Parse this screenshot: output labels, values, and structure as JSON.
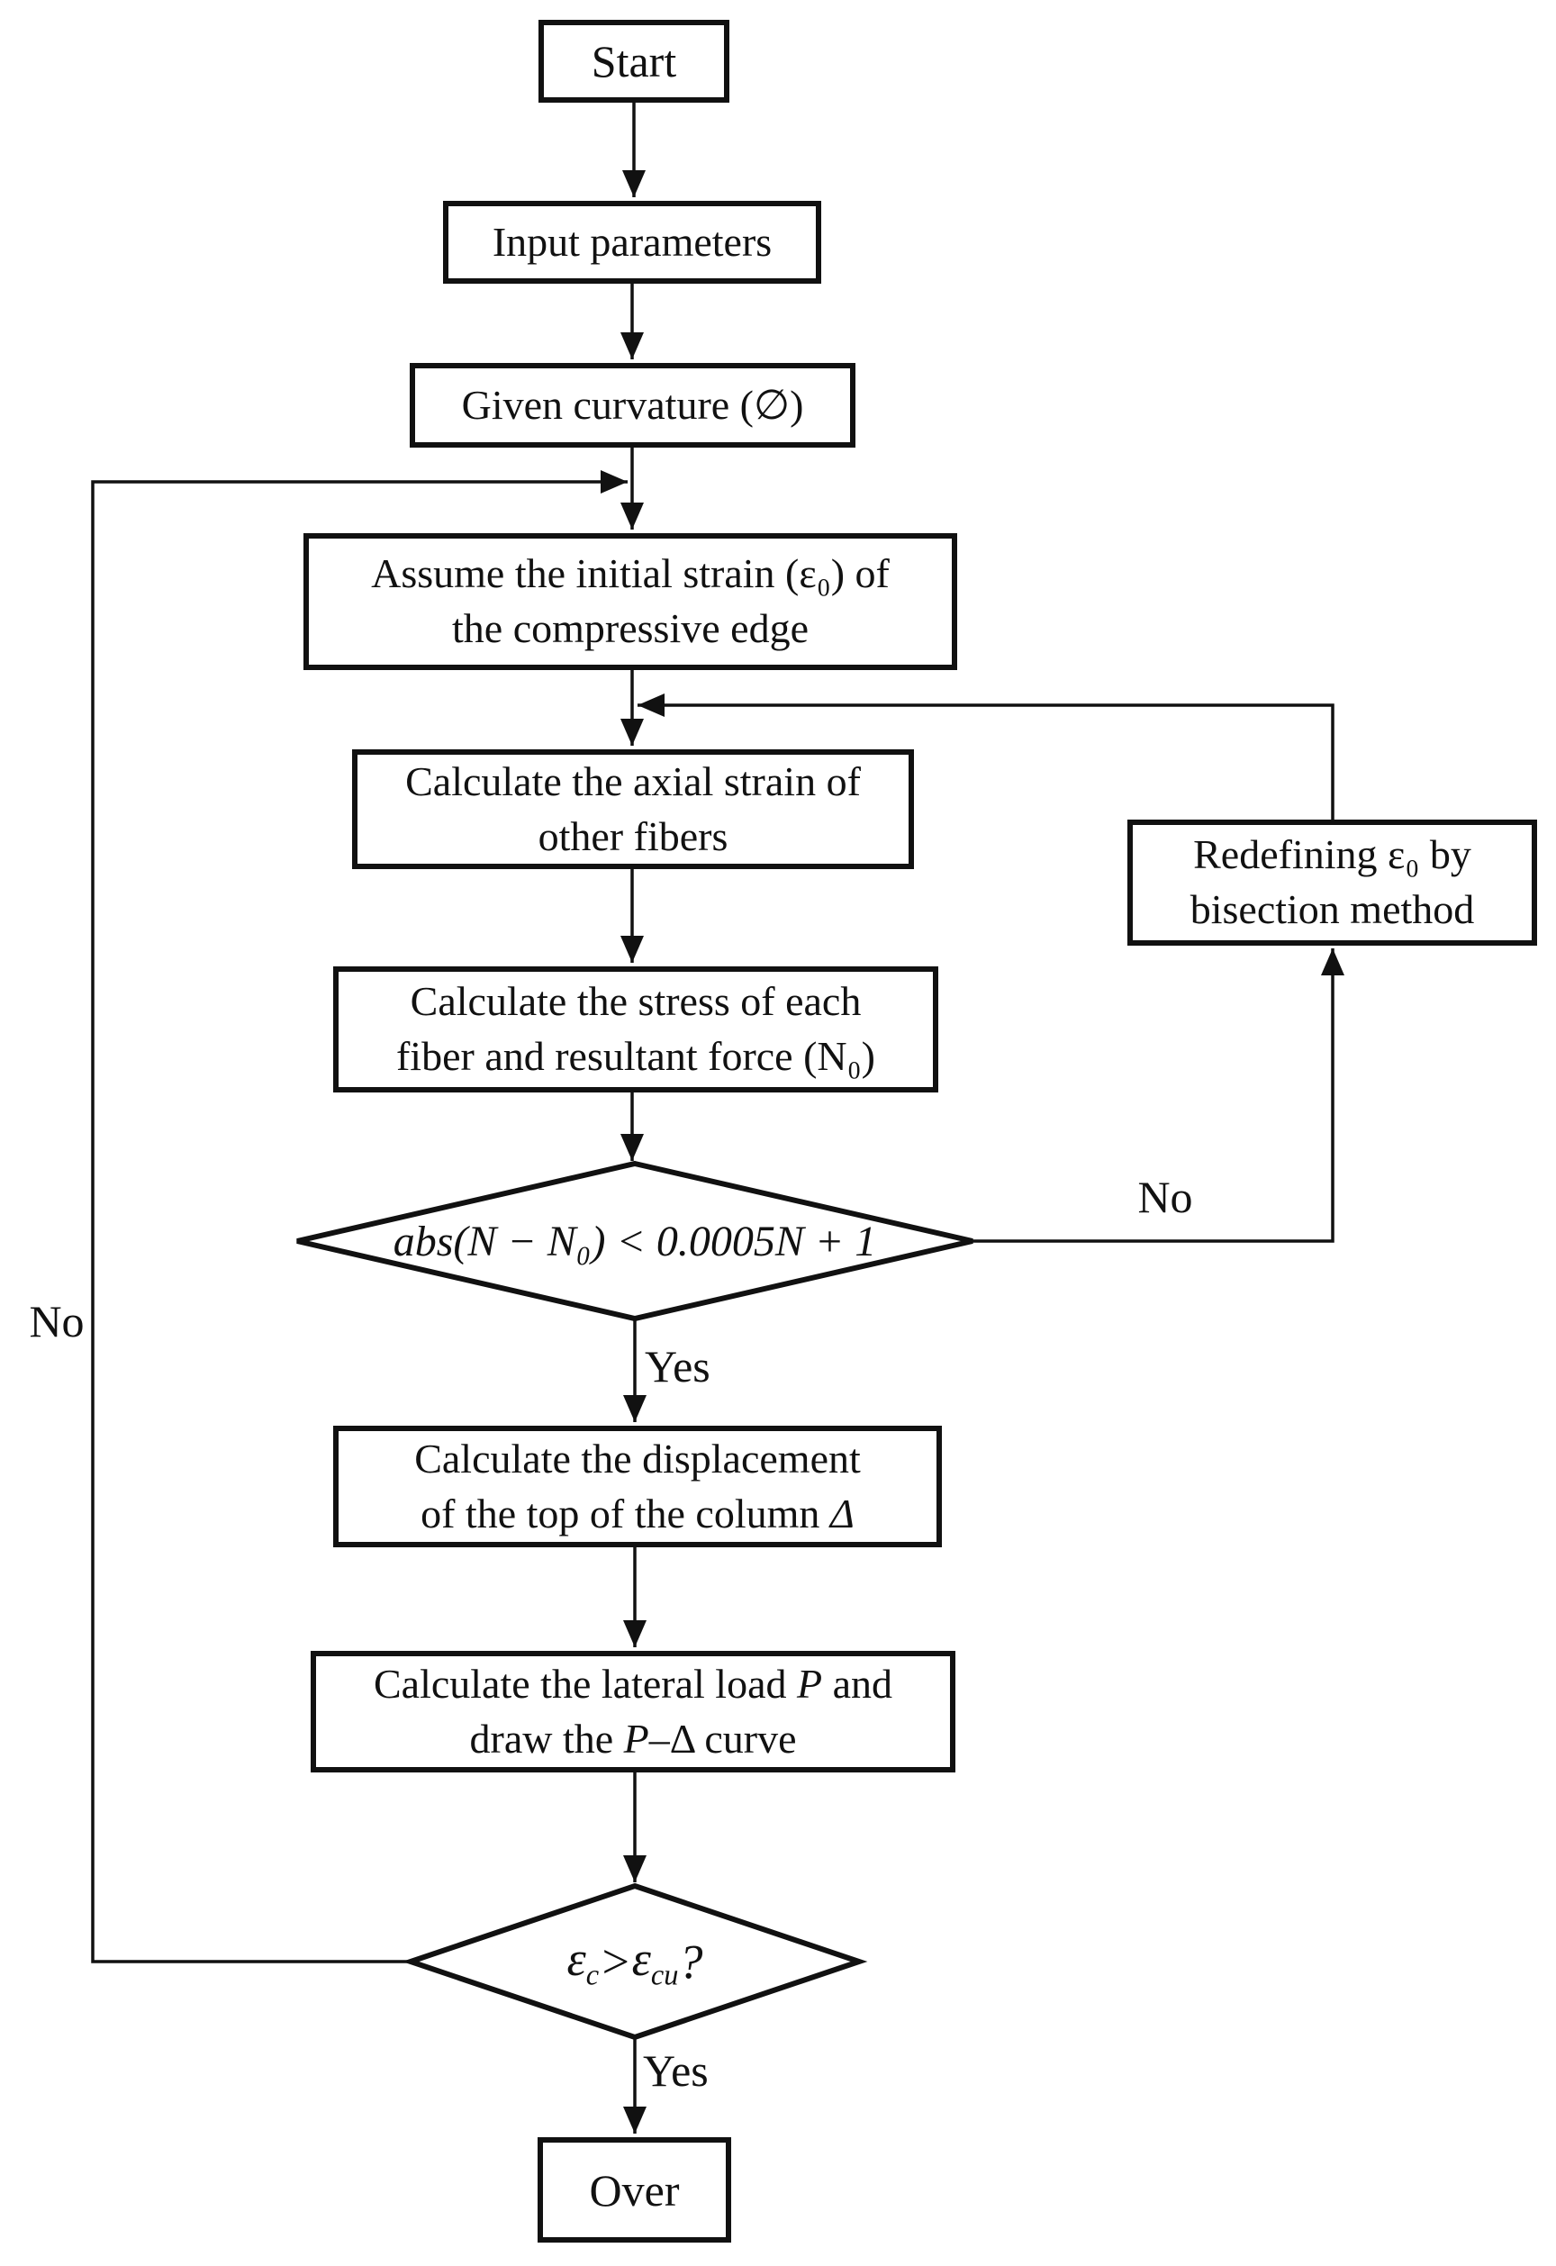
{
  "nodes": {
    "start": {
      "label": "Start"
    },
    "input": {
      "label": "Input parameters"
    },
    "curvature": {
      "label": "Given curvature (∅)"
    },
    "assume": {
      "line1": "Assume the initial strain (ε₀) of",
      "line2": "the compressive edge"
    },
    "axial": {
      "line1": "Calculate the axial strain of",
      "line2": "other fibers"
    },
    "redefine": {
      "line1": "Redefining ε₀ by",
      "line2": "bisection method"
    },
    "stress": {
      "line1": "Calculate the stress of each",
      "line2": "fiber and resultant force (N₀)"
    },
    "decision1": {
      "formula": "abs(N − N₀) < 0.0005N + 1"
    },
    "displacement": {
      "line1": "Calculate the displacement",
      "line2a": "of the top of the column ",
      "line2b": "Δ"
    },
    "lateral": {
      "line1a": "Calculate the lateral load ",
      "line1b": "P",
      "line1c": " and",
      "line2a": "draw the ",
      "line2b": "P",
      "line2c": "–Δ",
      "line2d": " curve"
    },
    "decision2": {
      "e1": "ε",
      "s1": "c",
      "op": " > ",
      "e2": "ε",
      "s2": "cu",
      "q": " ?"
    },
    "over": {
      "label": "Over"
    }
  },
  "labels": {
    "no_right": "No",
    "yes_mid": "Yes",
    "no_left": "No",
    "yes_bottom": "Yes"
  },
  "colors": {
    "line": "#111111",
    "background": "#ffffff"
  }
}
